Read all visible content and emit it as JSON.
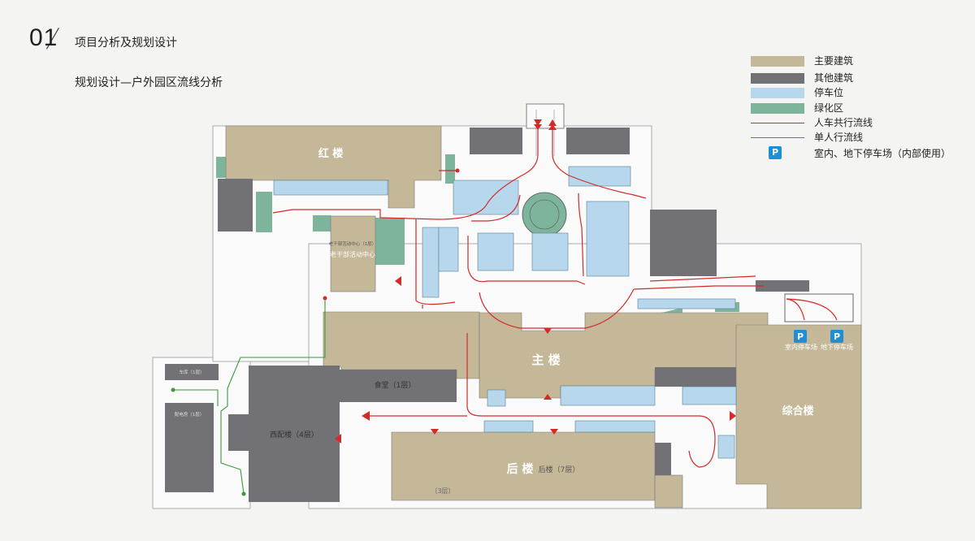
{
  "header": {
    "section_number": "01",
    "title": "项目分析及规划设计",
    "subtitle": "规划设计—户外园区流线分析"
  },
  "legend": [
    {
      "label": "主要建筑",
      "kind": "swatch",
      "color": "#c5b899"
    },
    {
      "label": "其他建筑",
      "kind": "swatch",
      "color": "#717176"
    },
    {
      "label": "停车位",
      "kind": "swatch",
      "color": "#b7d8ec"
    },
    {
      "label": "绿化区",
      "kind": "swatch",
      "color": "#7eb49c"
    },
    {
      "label": "人车共行流线",
      "kind": "line",
      "color": "#d32a2a"
    },
    {
      "label": "单人行流线",
      "kind": "line",
      "color": "#3a9a3a"
    },
    {
      "label": "室内、地下停车场（内部使用）",
      "kind": "icon",
      "icon": "parking-icon",
      "icon_text": "P"
    }
  ],
  "buildings": {
    "red_building": "红 楼",
    "main_building": "主 楼",
    "rear_building": "后 楼",
    "complex_building": "综合楼",
    "west_wing": "西配楼（4层）",
    "canteen": "食堂（1层）",
    "elderly_center": "老干部活动中心",
    "elderly_center_small": "老干部活动中心（1层）",
    "rear_building_floors": "后楼（7层）",
    "rear_building_3f": "（3层）",
    "west_small_1": "车库（1层）",
    "west_small_2": "配电房（1层）"
  },
  "parking_labels": {
    "indoor": "室内停车场",
    "underground": "地下停车场",
    "icon_text": "P"
  },
  "colors": {
    "main": "#c5b899",
    "other": "#717176",
    "parking": "#b7d8ec",
    "green": "#7eb49c",
    "red_flow": "#d32a2a",
    "green_flow": "#3a9a3a",
    "parking_icon": "#1e8fd6"
  }
}
